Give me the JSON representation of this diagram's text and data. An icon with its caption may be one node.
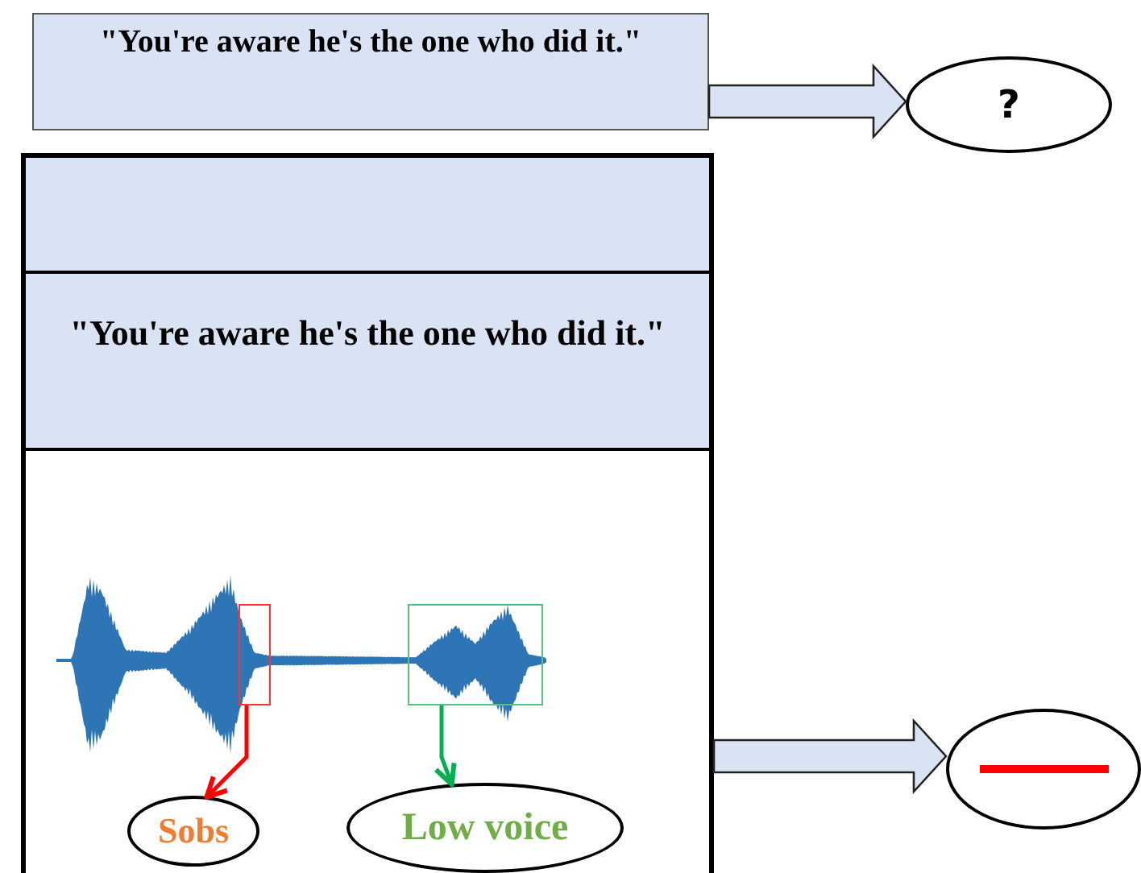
{
  "diagram": {
    "nodes": [
      {
        "text": [
          "\"You're aware he's the one who did it.\""
        ]
      },
      {
        "text": [
          "?"
        ]
      },
      {
        "text": [],
        "shape": "box"
      },
      {
        "text": [],
        "shape": "box",
        "in": 2
      },
      {
        "text": [
          "\"You're aware he's the one who did it.\""
        ],
        "in": 2
      },
      {
        "text": [],
        "shape": "picture",
        "in": 2
      },
      {
        "text": [],
        "shape": "box",
        "in": 5
      },
      {
        "text": [],
        "shape": "box",
        "in": 5
      },
      {
        "text": [
          "Sobs"
        ],
        "in": 2
      },
      {
        "text": [
          "Low voice"
        ],
        "in": 2
      },
      {
        "text": [],
        "shape": "circle"
      }
    ],
    "edges": [
      {
        "from": 0,
        "to": 1,
        "arrow": "to",
        "style": "thick"
      },
      {
        "from": 2,
        "to": 10,
        "arrow": "to",
        "style": "thick"
      },
      {
        "from": 6,
        "to": 8,
        "arrow": "to",
        "color": "#ff0000"
      },
      {
        "from": 7,
        "to": 9,
        "arrow": "to",
        "color": "#00b050"
      }
    ]
  }
}
